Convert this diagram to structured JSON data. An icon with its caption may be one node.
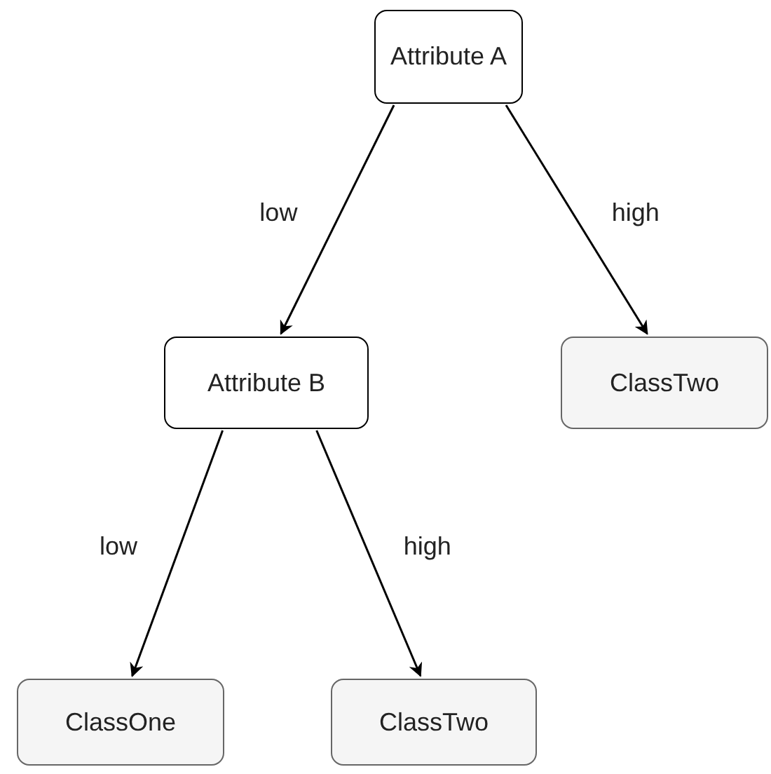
{
  "diagram": {
    "nodes": [
      {
        "text": [
          "Attribute A"
        ]
      },
      {
        "text": [
          "Attribute B"
        ]
      },
      {
        "text": [
          "ClassTwo"
        ]
      },
      {
        "text": [
          "ClassOne"
        ]
      },
      {
        "text": [
          "ClassTwo"
        ]
      }
    ],
    "edges": [
      {
        "from": 0,
        "to": 1,
        "label": "low",
        "arrow": "to"
      },
      {
        "from": 0,
        "to": 2,
        "label": "high",
        "arrow": "to"
      },
      {
        "from": 1,
        "to": 3,
        "label": "low",
        "arrow": "to"
      },
      {
        "from": 1,
        "to": 4,
        "label": "high",
        "arrow": "to"
      }
    ]
  }
}
